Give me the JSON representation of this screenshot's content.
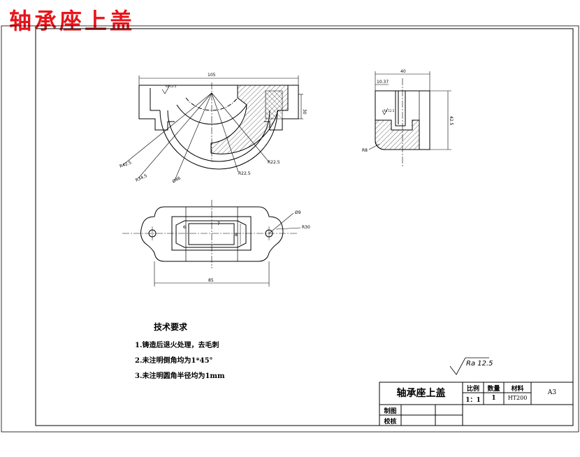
{
  "title": "轴承座上盖",
  "dimensions": {
    "top_width": "105",
    "top_height": "30",
    "r42_5": "R42.5",
    "r34_5": "R34.5",
    "phi_46": "Ø46",
    "r22_5_a": "R22.5",
    "r22_5_b": "R22.5",
    "roughness_left": "Ra 12.5",
    "side_width": "40",
    "side_small": "10.37",
    "side_height": "42.5",
    "side_r8": "R8",
    "roughness_side": "Ra 12.5",
    "plan_width": "85",
    "phi_9": "Ø9",
    "r30": "R30",
    "plan_6": "6",
    "plan_7": "7",
    "plan_8": "8"
  },
  "notes": {
    "title": "技术要求",
    "items": [
      "1.铸造后退火处理，去毛刺",
      "2.未注明倒角均为1*45°",
      "3.未注明圆角半径均为1mm"
    ]
  },
  "roughness": "Ra 12.5",
  "title_block": {
    "part_name": "轴承座上盖",
    "scale_label": "比例",
    "qty_label": "数量",
    "material_label": "材料",
    "scale_value": "1：1",
    "qty_value": "1",
    "material_value": "HT200",
    "sheet_size": "A3",
    "drawn_label": "制图",
    "checked_label": "校核"
  }
}
